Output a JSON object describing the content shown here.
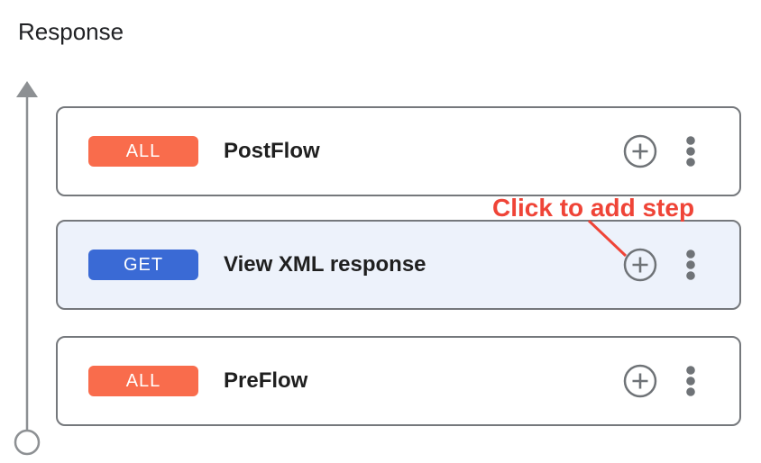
{
  "panel": {
    "title": "Response"
  },
  "annotation": {
    "text": "Click to add step"
  },
  "flow": {
    "direction": "up",
    "cards": [
      {
        "badge": "ALL",
        "badge_color": "#f96c4c",
        "name": "PostFlow",
        "highlighted": false
      },
      {
        "badge": "GET",
        "badge_color": "#3a6ad5",
        "name": "View XML response",
        "highlighted": true
      },
      {
        "badge": "ALL",
        "badge_color": "#f96c4c",
        "name": "PreFlow",
        "highlighted": false
      }
    ]
  },
  "icons": {
    "add_step": "plus-circle-icon",
    "card_menu": "kebab-menu-icon",
    "flow_direction": "up-arrow-line-with-start-circle"
  },
  "colors": {
    "annotation_red": "#ef4437",
    "badge_all_orange": "#f96c4c",
    "badge_get_blue": "#3a6ad5",
    "card_border_gray": "#75787c",
    "highlight_card_bg": "#edf2fb",
    "icon_gray": "#6f7377",
    "flow_line_gray": "#8d9093",
    "title_text": "#202124",
    "card_title_text": "#1f1f1f"
  }
}
